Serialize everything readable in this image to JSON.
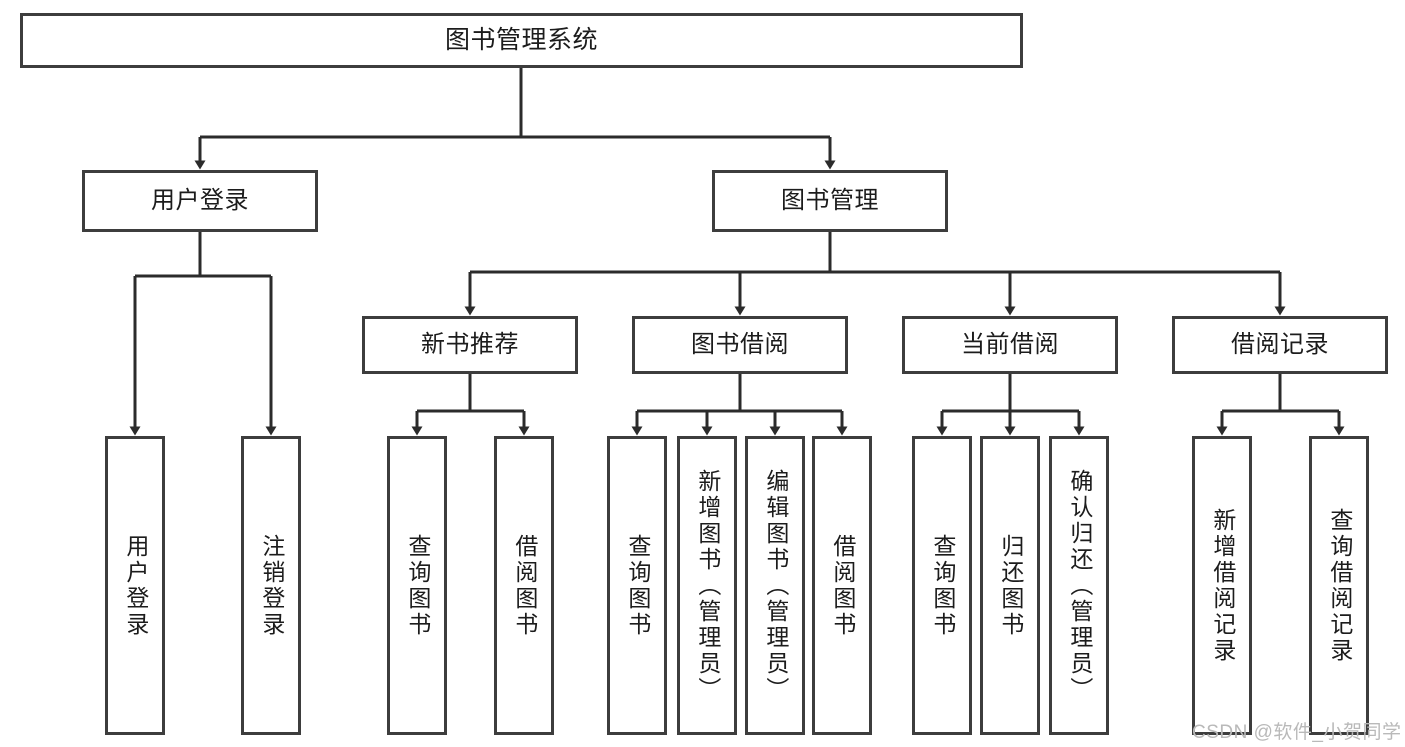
{
  "diagram": {
    "title": "图书管理系统",
    "type": "hierarchy-tree",
    "background_color": "#ffffff",
    "border_color": "#3d3d3d",
    "text_color": "#1c1c1c"
  },
  "nodes": {
    "root": {
      "label": "图书管理系统",
      "level": 1
    },
    "level2": [
      {
        "label": "用户登录",
        "level": 2
      },
      {
        "label": "图书管理",
        "level": 2
      }
    ],
    "level3": [
      {
        "label": "新书推荐",
        "level": 3
      },
      {
        "label": "图书借阅",
        "level": 3
      },
      {
        "label": "当前借阅",
        "level": 3
      },
      {
        "label": "借阅记录",
        "level": 3
      }
    ],
    "leaves": [
      {
        "label": "用户登录",
        "parent": "用户登录",
        "level": 4
      },
      {
        "label": "注销登录",
        "parent": "用户登录",
        "level": 4
      },
      {
        "label": "查询图书",
        "parent": "新书推荐",
        "level": 4
      },
      {
        "label": "借阅图书",
        "parent": "新书推荐",
        "level": 4
      },
      {
        "label": "查询图书",
        "parent": "图书借阅",
        "level": 4
      },
      {
        "label": "新增图书（管理员）",
        "parent": "图书借阅",
        "level": 4
      },
      {
        "label": "编辑图书（管理员）",
        "parent": "图书借阅",
        "level": 4
      },
      {
        "label": "借阅图书",
        "parent": "图书借阅",
        "level": 4
      },
      {
        "label": "查询图书",
        "parent": "当前借阅",
        "level": 4
      },
      {
        "label": "归还图书",
        "parent": "当前借阅",
        "level": 4
      },
      {
        "label": "确认归还（管理员）",
        "parent": "当前借阅",
        "level": 4
      },
      {
        "label": "新增借阅记录",
        "parent": "借阅记录",
        "level": 4
      },
      {
        "label": "查询借阅记录",
        "parent": "借阅记录",
        "level": 4
      }
    ]
  },
  "watermark": {
    "text": "CSDN @软件_小贺同学"
  }
}
